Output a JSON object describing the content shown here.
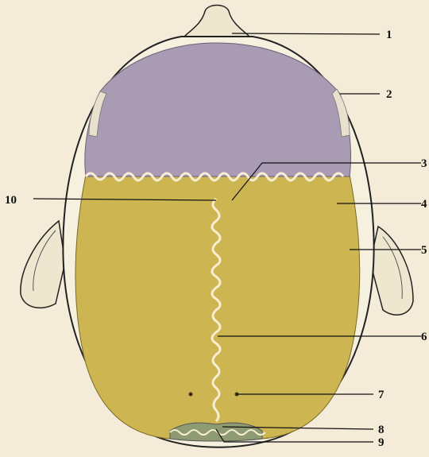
{
  "colors": {
    "background": "#f4ecd8",
    "frontal_bone": "#a99bb3",
    "parietal_bone": "#cdb651",
    "occipital_bone": "#8e9b72",
    "outline": "#222222",
    "ear": "#efe6cf",
    "suture": "#f7eed4"
  },
  "callouts": [
    {
      "label": "1"
    },
    {
      "label": "2"
    },
    {
      "label": "3"
    },
    {
      "label": "4"
    },
    {
      "label": "5"
    },
    {
      "label": "6"
    },
    {
      "label": "7"
    },
    {
      "label": "8"
    },
    {
      "label": "9"
    },
    {
      "label": "10"
    }
  ]
}
